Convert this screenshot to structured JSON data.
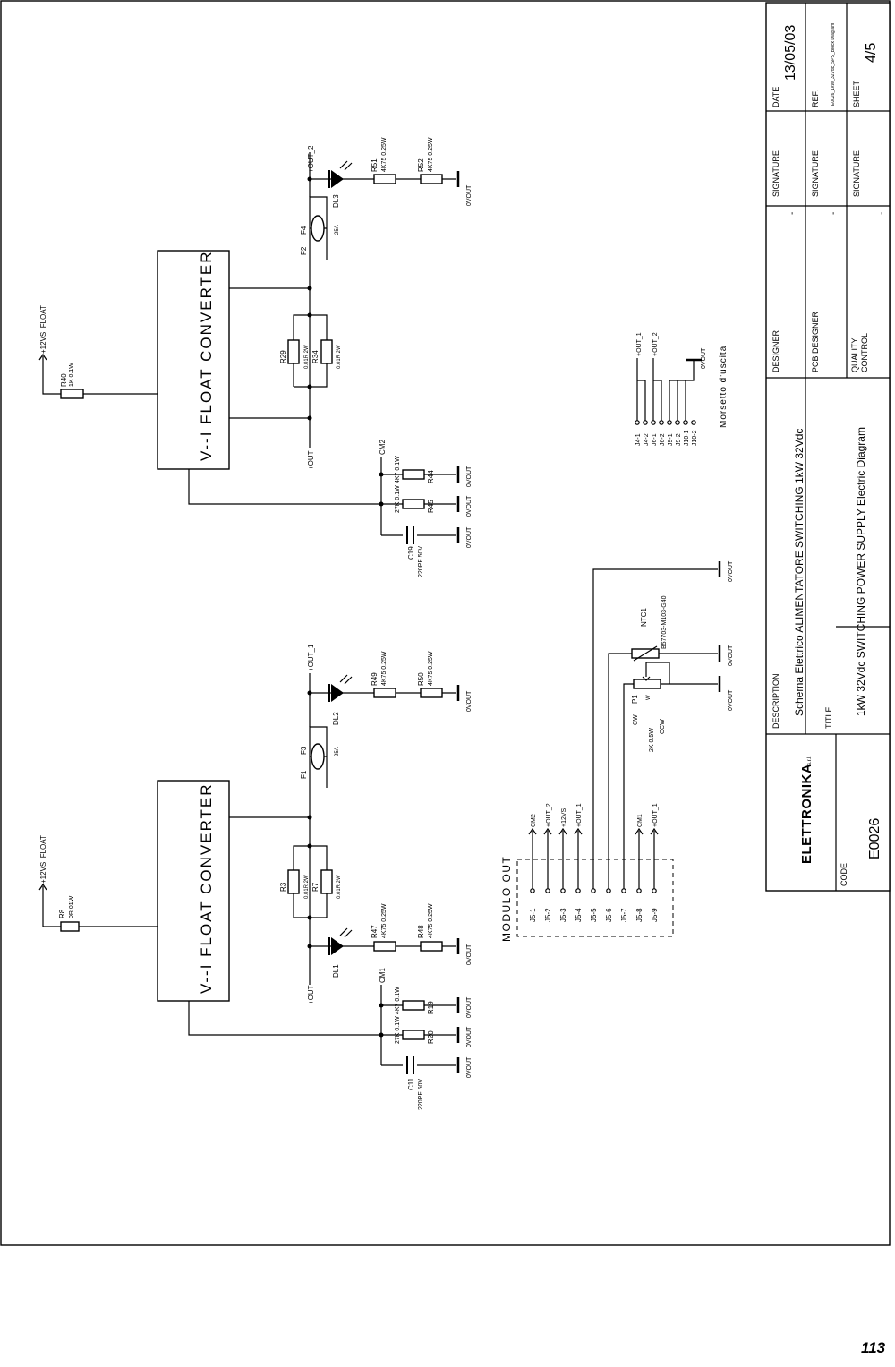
{
  "schematic": {
    "converter_label": "V--I FLOAT CONVERTER",
    "supply_1": "+12VS_FLOAT",
    "supply_2": "+12VS_FLOAT",
    "rs_top": "R40",
    "rs_top_val": "1K 0.1W",
    "rs_bot": "R8",
    "rs_bot_val": "0R 01W",
    "r29": "R29",
    "r29_val": "0.01R 2W",
    "r34": "R34",
    "r34_val": "0.01R 2W",
    "r3": "R3",
    "r3_val": "0.01R 2W",
    "r7": "R7",
    "r7_val": "0.01R 2W",
    "f_top": "F2",
    "f_top2": "F4",
    "f_top_val": "25A",
    "f_bot": "F1",
    "f_bot2": "F3",
    "f_bot_val": "25A",
    "dl3": "DL3",
    "dl2": "DL2",
    "dl1": "DL1",
    "out2": "+OUT_2",
    "out1": "+OUT_1",
    "plus_out": "+OUT",
    "r51": "R51",
    "r52": "R52",
    "r49": "R49",
    "r50": "R50",
    "r47": "R47",
    "r48": "R48",
    "r_4k75": "4K75 0.25W",
    "ovout": "0VOUT",
    "cm2": "CM2",
    "cm1": "CM1",
    "r44": "R44",
    "r44_val": "4K7 0.1W",
    "r45": "R45",
    "r45_val": "27K 0.1W",
    "c19": "C19",
    "c19_val": "220PF 50V",
    "r19": "R19",
    "r19_val": "4K7 0.1W",
    "r20": "R20",
    "r20_val": "27K 0.1W",
    "c11": "C11",
    "c11_val": "220PF 50V",
    "morsetto": "Morsetto d'uscita",
    "term_labels": [
      "J4-1",
      "J4-2",
      "J6-1",
      "J6-2",
      "J9-1",
      "J9-2",
      "J10-1",
      "J10-2"
    ],
    "term_nets": [
      "+OUT_1",
      "+OUT_2",
      "0VOUT"
    ],
    "modulo_out": "MODULO OUT",
    "j5_pins": [
      "J5-1",
      "J5-2",
      "J5-3",
      "J5-4",
      "J5-5",
      "J5-6",
      "J5-7",
      "J5-8",
      "J5-9"
    ],
    "j5_nets": [
      "CM2",
      "+OUT_2",
      "+12VS",
      "+OUT_1",
      "CM1",
      "+OUT_1"
    ],
    "ntc1": "NTC1",
    "ntc1_val": "B57703-M103-G40",
    "p1": "P1",
    "p1_val": "2K 0.5W",
    "cw": "CW",
    "ccw": "CCW",
    "w": "W"
  },
  "title_block": {
    "date_label": "DATE",
    "date": "13/05/03",
    "ref_label": "REF:",
    "ref": "E0026_1kW_32Vdc_SPS_Block Diagram",
    "sheet_label": "SHEET",
    "sheet": "4/5",
    "signature_label": "SIGNATURE",
    "dash": "-",
    "designer_label": "DESIGNER",
    "pcb_designer_label": "PCB DESIGNER",
    "qc_label_1": "QUALITY",
    "qc_label_2": "CONTROL",
    "description_label": "DESCRIPTION",
    "description": "Schema Elettrico ALIMENTATORE SWITCHING 1kW 32Vdc",
    "title_label": "TITLE",
    "title": "1kW 32Vdc SWITCHING POWER SUPPLY Electric Diagram",
    "logo": "ELETTRONIKA",
    "logo_suffix": "s.r.l.",
    "code_label": "CODE",
    "code": "E0026"
  },
  "page_number": "113"
}
